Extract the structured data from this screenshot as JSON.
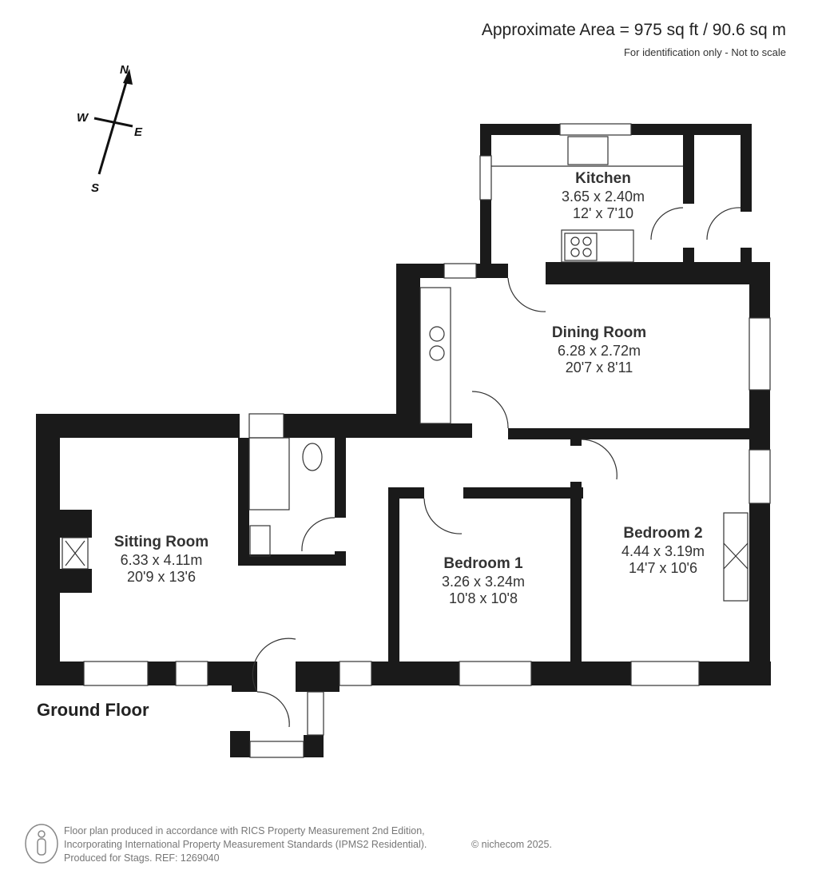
{
  "header": {
    "area": "Approximate Area = 975 sq ft / 90.6 sq m",
    "disclaimer": "For identification only - Not to scale"
  },
  "compass": {
    "n": "N",
    "s": "S",
    "e": "E",
    "w": "W"
  },
  "floor_label": "Ground Floor",
  "rooms": [
    {
      "name": "Kitchen",
      "metric": "3.65 x 2.40m",
      "imperial": "12' x 7'10"
    },
    {
      "name": "Dining Room",
      "metric": "6.28 x 2.72m",
      "imperial": "20'7 x 8'11"
    },
    {
      "name": "Sitting Room",
      "metric": "6.33 x 4.11m",
      "imperial": "20'9 x 13'6"
    },
    {
      "name": "Bedroom 1",
      "metric": "3.26 x 3.24m",
      "imperial": "10'8 x 10'8"
    },
    {
      "name": "Bedroom 2",
      "metric": "4.44 x 3.19m",
      "imperial": "14'7 x 10'6"
    }
  ],
  "footer": {
    "line1": "Floor plan produced in accordance with RICS Property Measurement 2nd Edition,",
    "line2": "Incorporating International Property Measurement Standards (IPMS2 Residential).",
    "line3": "Produced for Stags.   REF: 1269040",
    "copyright": "© nichecom 2025."
  },
  "colors": {
    "wall": "#1a1a1a",
    "text": "#333333",
    "footer": "#777777"
  }
}
